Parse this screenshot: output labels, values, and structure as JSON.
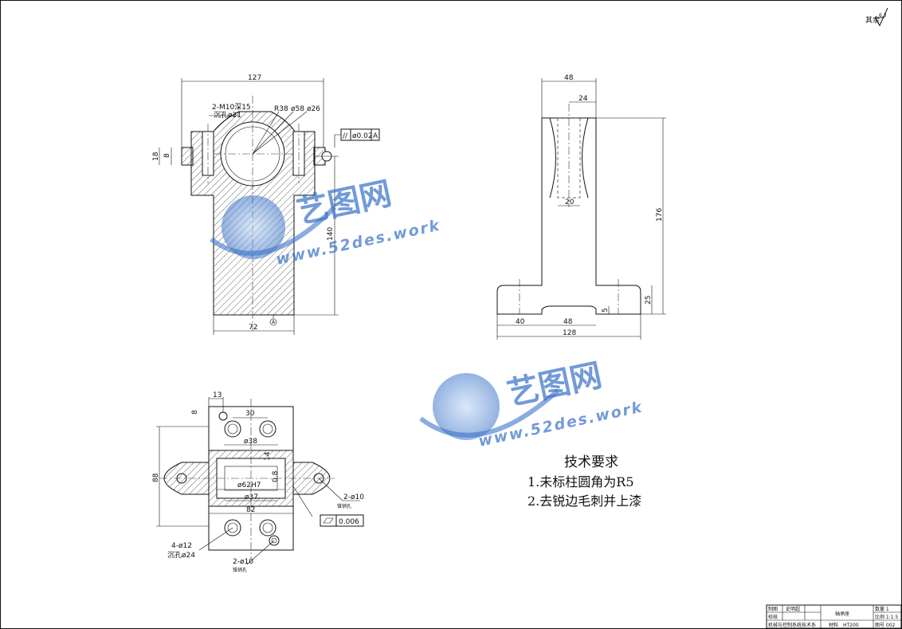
{
  "drawing": {
    "roughness_symbol": "其余",
    "roughness_value": "6.3",
    "front_view": {
      "dim_top_width": "127",
      "dim_bottom_width": "72",
      "dim_height": "140",
      "dim_boss": "18",
      "dim_boss_inner": "8",
      "dim_thread": "2-M10深15",
      "dim_counterbore": "沉孔ø21",
      "dim_r": "R38",
      "dim_d58": "ø58",
      "dim_d26": "ø26",
      "tolerance_symbol": "//",
      "tolerance_value": "ø0.02",
      "datum": "A",
      "datum_label": "A"
    },
    "side_view": {
      "dim_top": "48",
      "dim_slot": "24",
      "dim_bore": "20",
      "dim_height": "176",
      "dim_base": "25",
      "dim_step": "5",
      "dim_left": "40",
      "dim_mid": "48",
      "dim_total": "128"
    },
    "top_view": {
      "dim_13": "13",
      "dim_8": "8",
      "dim_30": "30",
      "dim_d38": "ø38",
      "dim_d62": "ø62H7",
      "dim_d37": "ø37",
      "dim_82": "82",
      "dim_88": "88",
      "dim_14": "14",
      "dim_08": "0.8",
      "dim_2d10_r": "2-ø10",
      "dim_pin_r": "锥销孔",
      "flatness_value": "0.006",
      "dim_4d12": "4-ø12",
      "dim_cb24": "沉孔ø24",
      "dim_2d10_b": "2-ø10",
      "dim_pin_b": "锥销孔"
    }
  },
  "notes": {
    "title": "技术要求",
    "lines": [
      "1.未标柱圆角为R5",
      "2.去锐边毛刺并上漆"
    ]
  },
  "title_block": {
    "drawn_label": "制图",
    "drawn_name": "史明超",
    "check_label": "校核",
    "part_name": "轴承座",
    "qty_label": "数量 1",
    "scale_label": "比例 1:1.5",
    "school": "机械与控制系统技术系",
    "material_label": "材料",
    "material": "HT200",
    "drawing_no": "图号 002"
  },
  "watermark": {
    "cn": "艺图网",
    "url": "www.52des.work"
  }
}
